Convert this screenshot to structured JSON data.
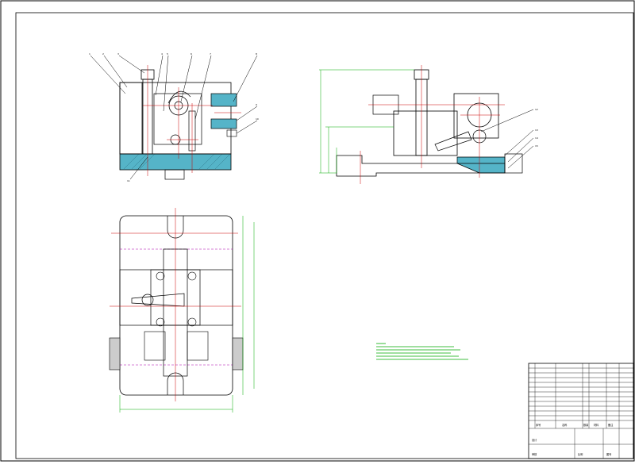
{
  "drawing": {
    "colors": {
      "line": "#000000",
      "section_fill": "#55b4c8",
      "center_line": "#cc0000",
      "dimension": "#00aa00",
      "hidden": "#aa00aa",
      "notes": "#00aa00"
    },
    "front_view": {
      "part_labels": [
        "1",
        "2",
        "3",
        "4",
        "5",
        "6",
        "7",
        "8",
        "9",
        "10",
        "11"
      ]
    },
    "side_view": {
      "part_labels": [
        "12",
        "13",
        "14",
        "15"
      ]
    },
    "title_block": {
      "header_cells": [
        "序号",
        "名称",
        "数量",
        "材料",
        "备注"
      ],
      "footer_cells": [
        "设计",
        "审核",
        "比例",
        "图号"
      ]
    }
  }
}
